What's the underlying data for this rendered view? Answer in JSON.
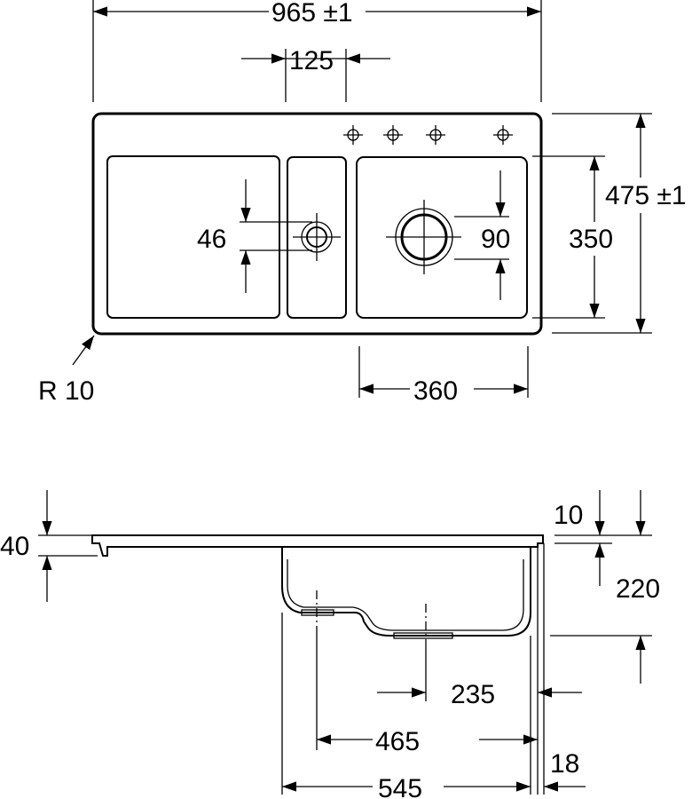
{
  "plan_view": {
    "overall_width": "965 ±1",
    "tap_hole_spacing": "125",
    "overall_depth": "475 ±1",
    "bowl_depth": "350",
    "small_waste_diameter": "46",
    "large_waste_diameter": "90",
    "corner_radius": "R 10",
    "main_bowl_width": "360"
  },
  "section_view": {
    "thickness": "40",
    "rim_height": "10",
    "bowl_height": "220",
    "waste_offset": "235",
    "small_waste_offset": "465",
    "bowl_width": "545",
    "edge_offset": "18"
  }
}
